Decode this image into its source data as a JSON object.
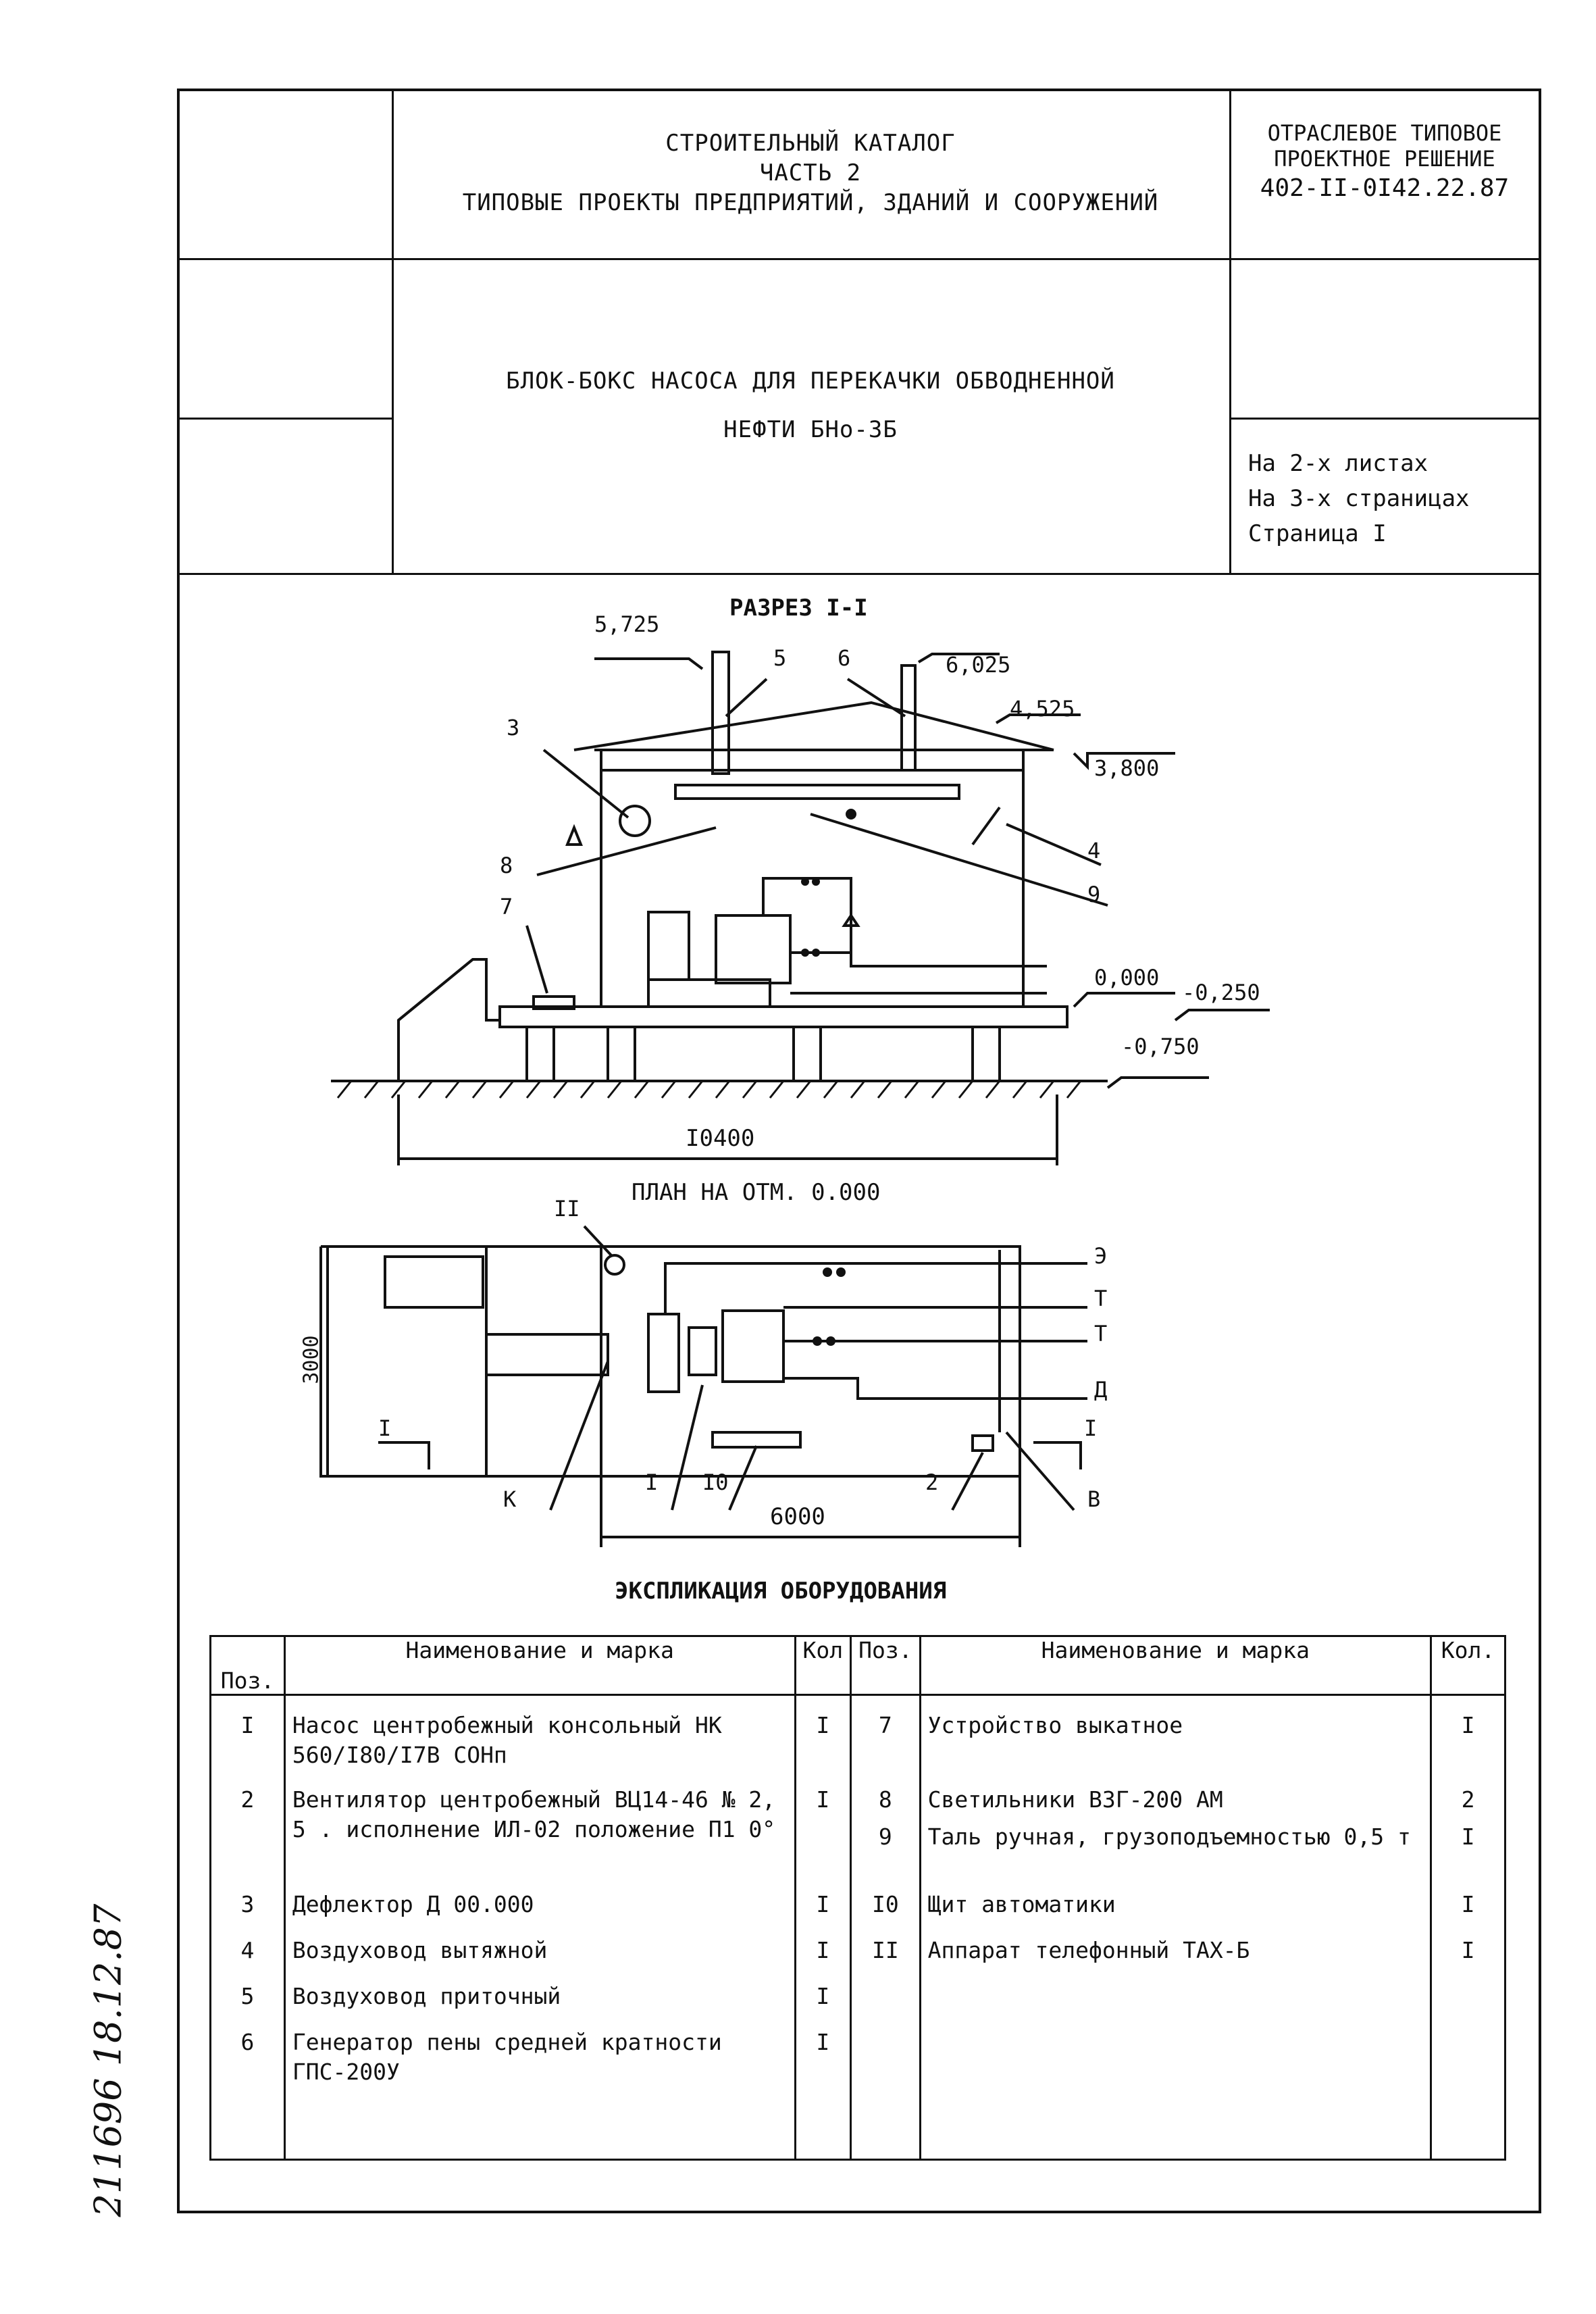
{
  "header": {
    "catalog_line1": "СТРОИТЕЛЬНЫЙ КАТАЛОГ",
    "catalog_line2": "ЧАСТЬ 2",
    "catalog_line3": "ТИПОВЫЕ ПРОЕКТЫ ПРЕДПРИЯТИЙ, ЗДАНИЙ И СООРУЖЕНИЙ",
    "solution_line1": "ОТРАСЛЕВОЕ ТИПОВОЕ",
    "solution_line2": "ПРОЕКТНОЕ РЕШЕНИЕ",
    "solution_code": "402-II-0I42.22.87",
    "project_title_line1": "БЛОК-БОКС НАСОСА ДЛЯ ПЕРЕКАЧКИ ОБВОДНЕННОЙ",
    "project_title_line2": "НЕФТИ БНо-3Б",
    "sheets": "На 2-х листах",
    "pages": "На 3-х страницах",
    "page": "Страница I"
  },
  "section": {
    "title": "РАЗРЕЗ I-I",
    "elev_5725": "5,725",
    "elev_6025": "6,025",
    "elev_4525": "4,525",
    "elev_3800": "3,800",
    "elev_0000": "0,000",
    "elev_m0250": "-0,250",
    "elev_m0750": "-0,750",
    "width_dim": "I0400",
    "callouts": [
      "3",
      "4",
      "5",
      "6",
      "7",
      "8",
      "9"
    ]
  },
  "plan": {
    "title": "ПЛАН НА ОТМ. 0.000",
    "height_dim": "3000",
    "length_dim": "6000",
    "callout_II": "II",
    "callout_K": "К",
    "callout_I": "I",
    "callout_10": "I0",
    "callout_2": "2",
    "callout_B": "В",
    "cut_left": "I",
    "cut_right": "I",
    "pipe_E": "Э",
    "pipe_T1": "Т",
    "pipe_T2": "Т",
    "pipe_D": "Д"
  },
  "spec": {
    "title": "ЭКСПЛИКАЦИЯ ОБОРУДОВАНИЯ",
    "headers": {
      "pos": "Поз.",
      "name": "Наименование и марка",
      "qty": "Кол",
      "pos2": "Поз.",
      "name2": "Наименование и марка",
      "qty2": "Кол."
    },
    "left": [
      {
        "pos": "I",
        "name": "Насос центробежный консольный НК 560/I80/I7В СОНп",
        "qty": "I"
      },
      {
        "pos": "2",
        "name": "Вентилятор центробежный ВЦ14-46 № 2, 5 . исполнение ИЛ-02 положение П1 0°",
        "qty": "I"
      },
      {
        "pos": "3",
        "name": "Дефлектор Д 00.000",
        "qty": "I"
      },
      {
        "pos": "4",
        "name": "Воздуховод вытяжной",
        "qty": "I"
      },
      {
        "pos": "5",
        "name": "Воздуховод приточный",
        "qty": "I"
      },
      {
        "pos": "6",
        "name": "Генератор пены средней кратности ГПС-200У",
        "qty": "I"
      }
    ],
    "right": [
      {
        "pos": "7",
        "name": "Устройство выкатное",
        "qty": "I"
      },
      {
        "pos": "8",
        "name": "Светильники ВЗГ-200 АМ",
        "qty": "2"
      },
      {
        "pos": "9",
        "name": "Таль ручная, грузоподъемностью 0,5 т",
        "qty": "I"
      },
      {
        "pos": "I0",
        "name": "Щит автоматики",
        "qty": "I"
      },
      {
        "pos": "II",
        "name": "Аппарат телефонный ТАХ-Б",
        "qty": "I"
      }
    ]
  },
  "margin_note": "211696 18.12.87"
}
